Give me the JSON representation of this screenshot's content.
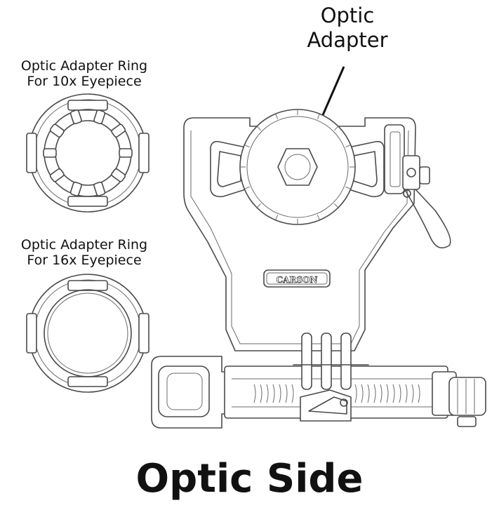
{
  "labels": {
    "ring_10x": "Optic Adapter Ring\nFor 10x Eyepiece",
    "ring_16x": "Optic Adapter Ring\nFor 16x Eyepiece",
    "optic_adapter": "Optic\nAdapter",
    "brand_plate": "CARSON"
  },
  "footer": {
    "title": "Optic Side"
  }
}
